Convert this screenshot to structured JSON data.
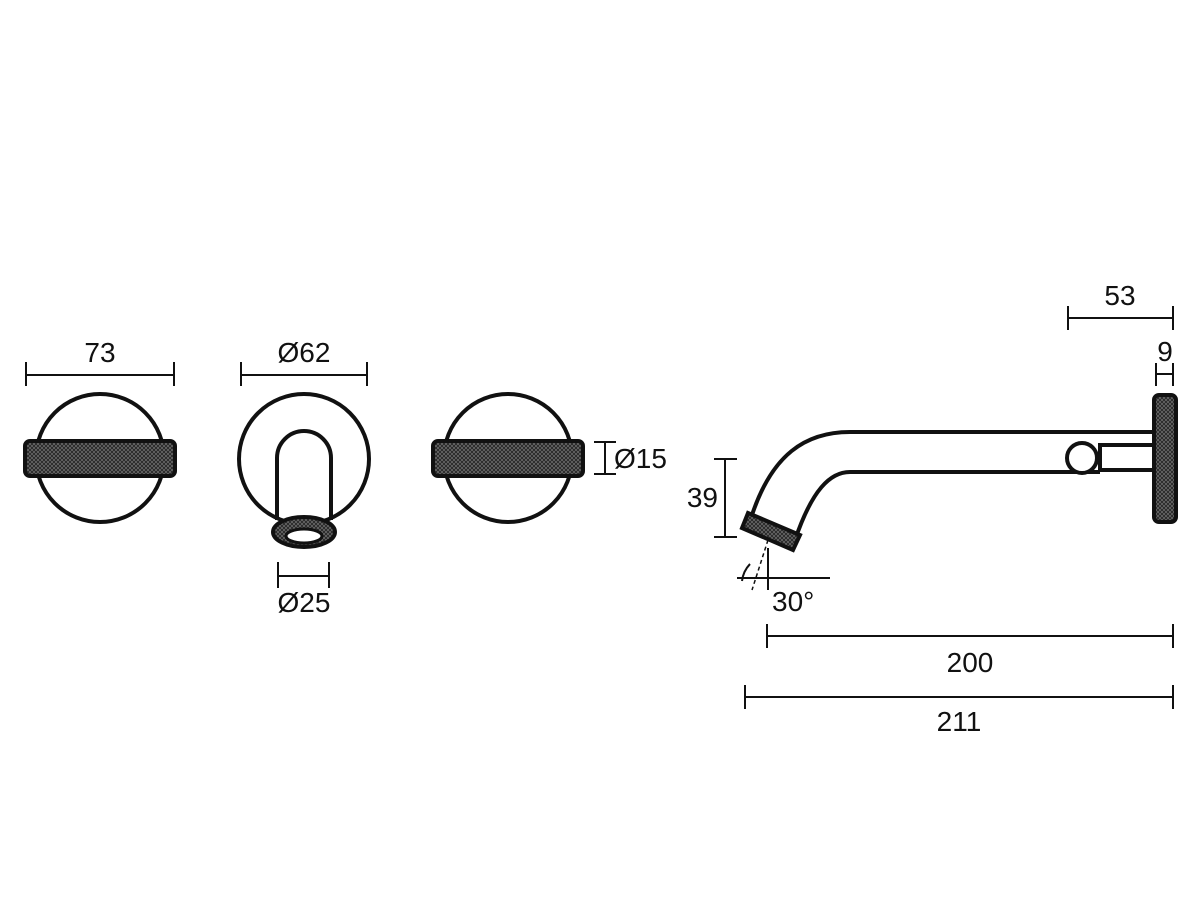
{
  "colors": {
    "line": "#111111",
    "background": "#ffffff"
  },
  "dimensions": {
    "handle_width": "73",
    "spout_flange_diameter": "Ø62",
    "spout_outlet_diameter": "Ø25",
    "lever_diameter": "Ø15",
    "spout_height": "39",
    "outlet_angle": "30°",
    "spout_reach_inner": "200",
    "spout_reach_total": "211",
    "flange_to_lever": "53",
    "flange_thickness": "9"
  }
}
